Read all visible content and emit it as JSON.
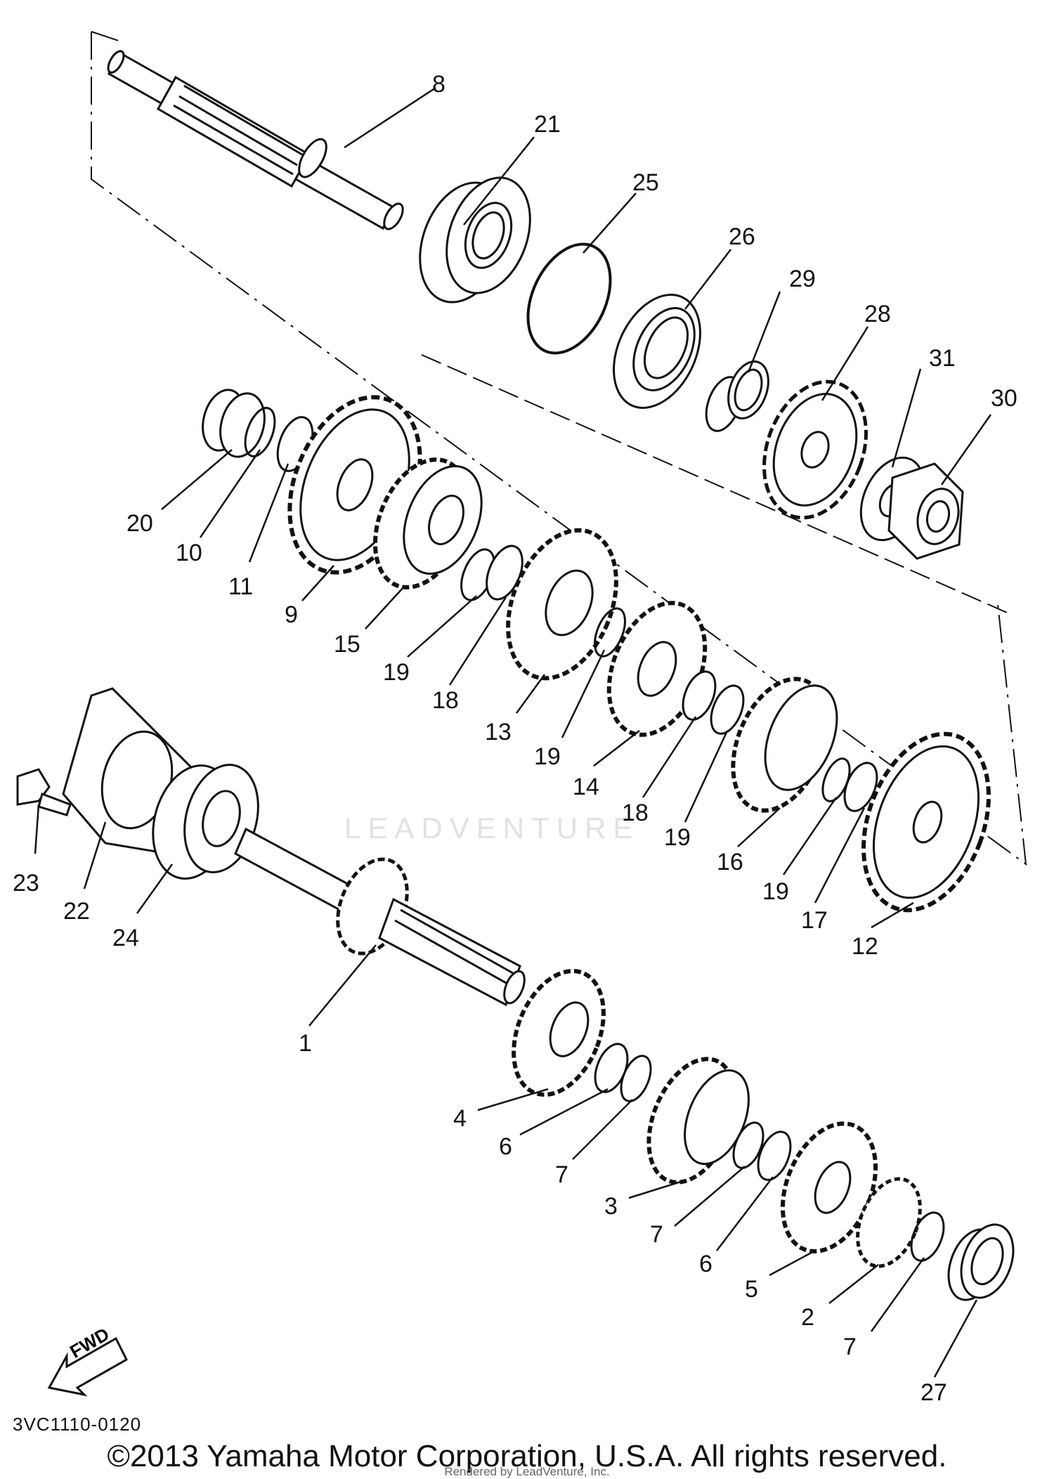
{
  "diagram": {
    "reference_code": "3VC1110-0120",
    "copyright": "©2013 Yamaha Motor Corporation, U.S.A. All rights reserved.",
    "rendered_by": "Rendered by LeadVenture, Inc.",
    "watermark": "LEADVENTURE",
    "fwd_label": "FWD",
    "callouts": {
      "c8": "8",
      "c21": "21",
      "c25": "25",
      "c26": "26",
      "c29": "29",
      "c28": "28",
      "c31": "31",
      "c30": "30",
      "c20": "20",
      "c10": "10",
      "c11": "11",
      "c9": "9",
      "c15": "15",
      "c19a": "19",
      "c18a": "18",
      "c13": "13",
      "c19b": "19",
      "c14": "14",
      "c18b": "18",
      "c19c": "19",
      "c16": "16",
      "c19d": "19",
      "c17": "17",
      "c12": "12",
      "c23": "23",
      "c22": "22",
      "c24": "24",
      "c1": "1",
      "c4": "4",
      "c6a": "6",
      "c7a": "7",
      "c3": "3",
      "c7b": "7",
      "c6b": "6",
      "c5": "5",
      "c2": "2",
      "c7c": "7",
      "c27": "27"
    }
  }
}
